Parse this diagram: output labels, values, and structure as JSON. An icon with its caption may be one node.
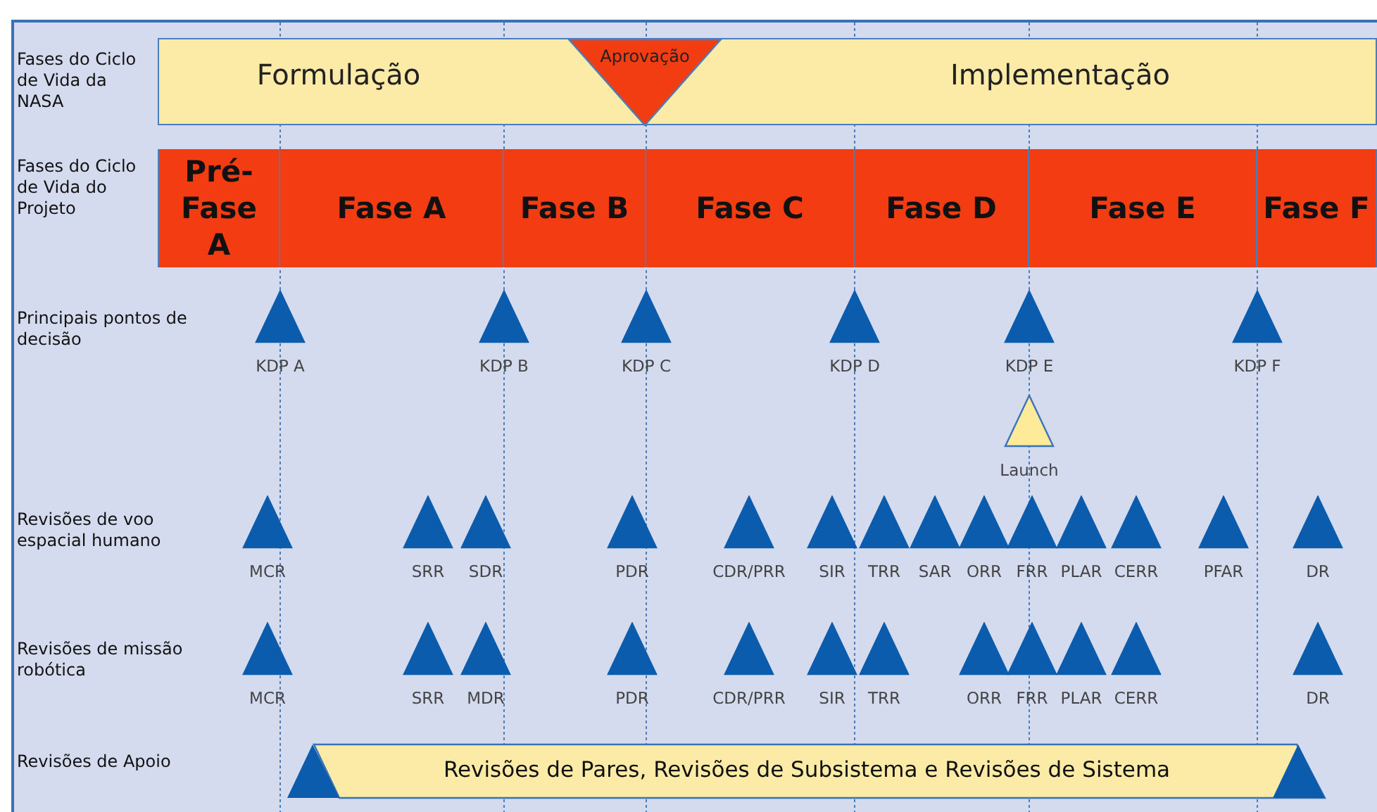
{
  "diagram": {
    "nodes": [
      {
        "text": [
          "Formulação",
          "Implementação"
        ]
      },
      {
        "text": [
          "Aprovação"
        ],
        "in": 0
      },
      {
        "text": [
          "Pré-Fase A"
        ]
      },
      {
        "text": [
          "Fase A"
        ]
      },
      {
        "text": [
          "Fase B"
        ]
      },
      {
        "text": [
          "Fase C"
        ]
      },
      {
        "text": [
          "Fase D"
        ]
      },
      {
        "text": [
          "Fase E"
        ]
      },
      {
        "text": [
          "Fase F"
        ]
      },
      {
        "text": [
          "KDP A"
        ]
      },
      {
        "text": [
          "KDP B"
        ]
      },
      {
        "text": [
          "KDP C"
        ]
      },
      {
        "text": [
          "KDP D"
        ]
      },
      {
        "text": [
          "KDP E"
        ]
      },
      {
        "text": [
          "KDP F"
        ]
      },
      {
        "text": [
          "Launch"
        ]
      },
      {
        "text": [
          "MCR"
        ]
      },
      {
        "text": [
          "SRR"
        ]
      },
      {
        "text": [
          "SDR"
        ]
      },
      {
        "text": [
          "PDR"
        ]
      },
      {
        "text": [
          "CDR/PRR"
        ]
      },
      {
        "text": [
          "SIR"
        ]
      },
      {
        "text": [
          "TRR"
        ]
      },
      {
        "text": [
          "SAR"
        ]
      },
      {
        "text": [
          "ORR"
        ]
      },
      {
        "text": [
          "FRR"
        ]
      },
      {
        "text": [
          "PLAR"
        ]
      },
      {
        "text": [
          "CERR"
        ]
      },
      {
        "text": [
          "PFAR"
        ]
      },
      {
        "text": [
          "DR"
        ]
      },
      {
        "text": [
          "MCR"
        ]
      },
      {
        "text": [
          "SRR"
        ]
      },
      {
        "text": [
          "MDR"
        ]
      },
      {
        "text": [
          "PDR"
        ]
      },
      {
        "text": [
          "CDR/PRR"
        ]
      },
      {
        "text": [
          "SIR"
        ]
      },
      {
        "text": [
          "TRR"
        ]
      },
      {
        "text": [
          "ORR"
        ]
      },
      {
        "text": [
          "FRR"
        ]
      },
      {
        "text": [
          "PLAR"
        ]
      },
      {
        "text": [
          "CERR"
        ]
      },
      {
        "text": [
          "DR"
        ]
      },
      {
        "text": [
          "Revisões de Pares, Revisões de Subsistema e Revisões de Sistema"
        ]
      }
    ],
    "labels": [
      "Fases do Ciclo de Vida da NASA",
      "Fases do Ciclo de Vida do Projeto",
      "Principais pontos de decisão",
      "Revisões de voo espacial humano",
      "Revisões de missão robótica",
      "Revisões de Apoio"
    ]
  }
}
